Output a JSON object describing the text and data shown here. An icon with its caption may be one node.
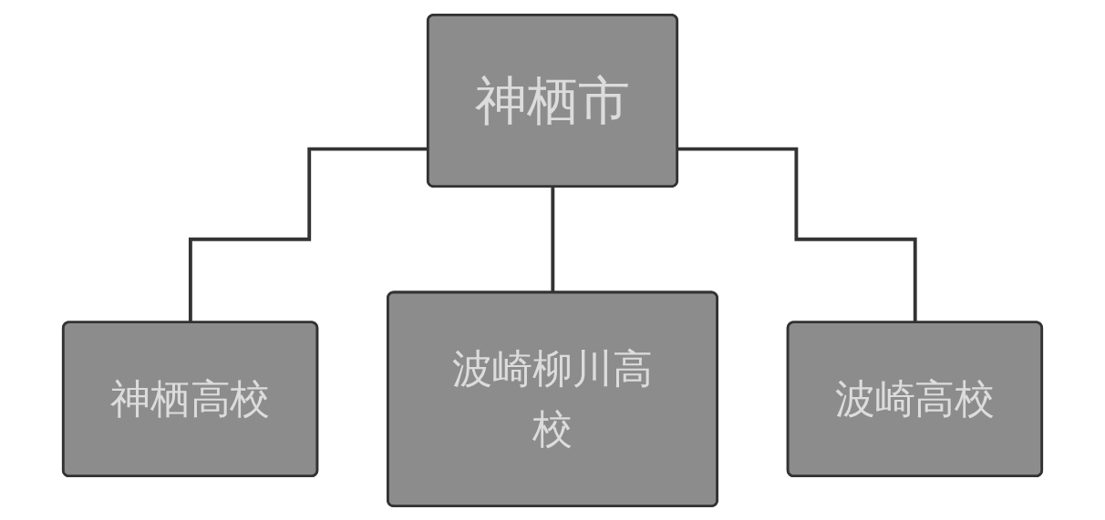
{
  "diagram": {
    "nodes": [
      {
        "text": [
          "神栖市"
        ]
      },
      {
        "text": [
          "神栖高校"
        ]
      },
      {
        "text": [
          "波崎柳川高校"
        ]
      },
      {
        "text": [
          "波崎高校"
        ]
      }
    ],
    "edges": [
      {
        "from": 0,
        "to": 1,
        "arrow": "none"
      },
      {
        "from": 0,
        "to": 2,
        "arrow": "none"
      },
      {
        "from": 0,
        "to": 3,
        "arrow": "none"
      }
    ]
  }
}
